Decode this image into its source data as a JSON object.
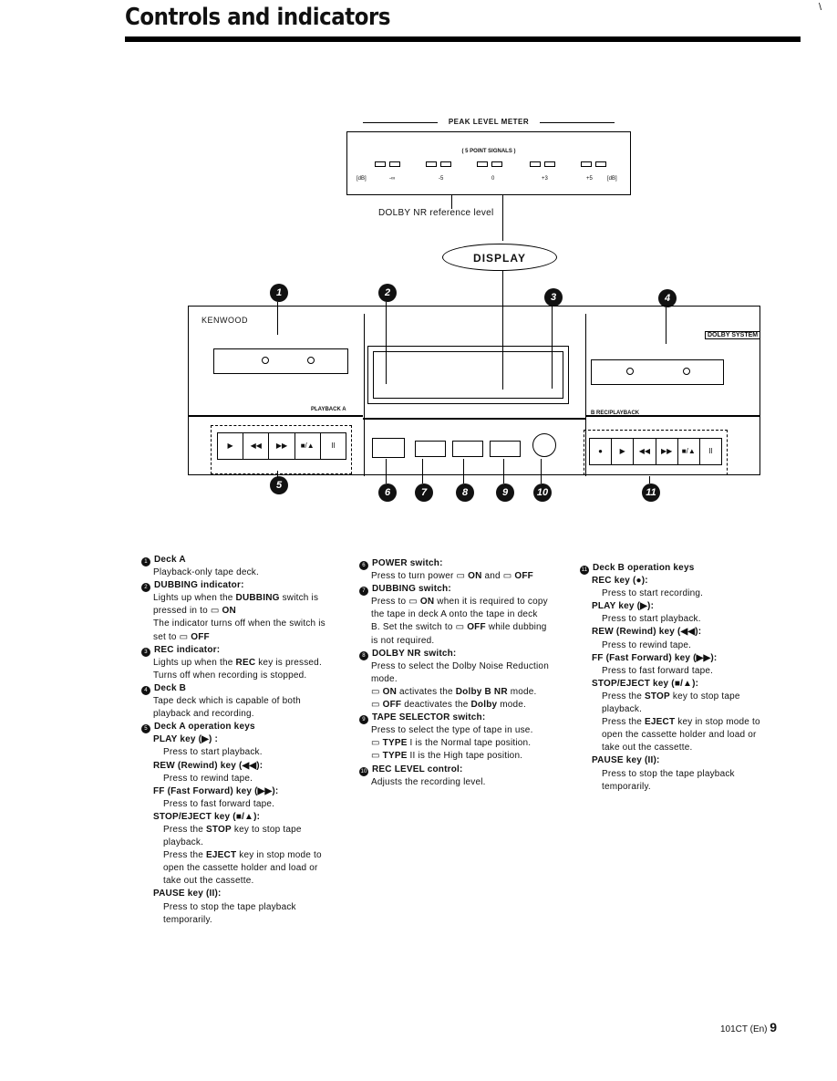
{
  "page": {
    "title": "Controls and indicators",
    "corner_mark": "\\",
    "footer_code": "101CT (En)",
    "page_number": "9"
  },
  "diagram": {
    "peak_meter_label": "PEAK LEVEL METER",
    "peak_signals_label": "( 5 POINT SIGNALS )",
    "scale_labels": [
      "[dB]",
      "-∞",
      "-5",
      "0",
      "+3",
      "+5",
      "[dB]"
    ],
    "dolby_ref_text": "DOLBY NR reference level",
    "display_label": "DISPLAY",
    "brand": "KENWOOD",
    "playback_label": "PLAYBACK A",
    "deck_b_label": "B REC/PLAYBACK",
    "dolby_logo": "DOLBY SYSTEM",
    "deck_a_keys": [
      "▶",
      "◀◀",
      "▶▶",
      "■/▲",
      "II"
    ],
    "deck_b_keys": [
      "●",
      "▶",
      "◀◀",
      "▶▶",
      "■/▲",
      "II"
    ],
    "callouts": [
      "1",
      "2",
      "3",
      "4",
      "5",
      "6",
      "7",
      "8",
      "9",
      "10",
      "11"
    ]
  },
  "col1": {
    "deck_a_h": "Deck A",
    "deck_a_t": "Playback-only tape deck.",
    "dub_ind_h": "DUBBING indicator:",
    "dub_ind_t1a": "Lights up when the ",
    "dub_ind_t1b": "DUBBING",
    "dub_ind_t1c": " switch is",
    "dub_ind_t2a": "pressed in to ▭ ",
    "dub_ind_t2b": "ON",
    "dub_ind_t3": "The indicator turns off when the switch is",
    "dub_ind_t4a": "set to ▭ ",
    "dub_ind_t4b": "OFF",
    "rec_ind_h": "REC indicator:",
    "rec_ind_t1a": "Lights up when the ",
    "rec_ind_t1b": "REC",
    "rec_ind_t1c": " key is pressed.",
    "rec_ind_t2": "Turns off when recording is stopped.",
    "deck_b_h": "Deck B",
    "deck_b_t1": "Tape deck which is capable of both",
    "deck_b_t2": "playback and recording.",
    "deck_a_ops_h": "Deck A operation keys",
    "play_h": "PLAY key (▶) :",
    "play_t": "Press to start playback.",
    "rew_h": "REW (Rewind) key (◀◀):",
    "rew_t": "Press to rewind tape.",
    "ff_h": "FF (Fast Forward) key (▶▶):",
    "ff_t": "Press to fast forward tape.",
    "stop_h": "STOP/EJECT key (■/▲):",
    "stop_t1a": "Press the ",
    "stop_t1b": "STOP",
    "stop_t1c": " key to stop tape",
    "stop_t2": "playback.",
    "stop_t3a": "Press the ",
    "stop_t3b": "EJECT",
    "stop_t3c": " key in stop mode to",
    "stop_t4": "open the cassette holder and load or",
    "stop_t5": "take out the cassette.",
    "pause_h": "PAUSE key (II):",
    "pause_t1": "Press to stop the tape playback",
    "pause_t2": "temporarily."
  },
  "col2": {
    "power_h": "POWER switch:",
    "power_ta": "Press to turn power ▭ ",
    "power_tb": "ON",
    "power_tc": " and ▭ ",
    "power_td": "OFF",
    "dub_sw_h": "DUBBING switch:",
    "dub_sw_t1a": "Press to ▭ ",
    "dub_sw_t1b": "ON",
    "dub_sw_t1c": " when it is required to copy",
    "dub_sw_t2": "the tape in deck A onto the tape in deck",
    "dub_sw_t3a": "B. Set the switch to ▭ ",
    "dub_sw_t3b": "OFF",
    "dub_sw_t3c": " while dubbing",
    "dub_sw_t4": "is not required.",
    "dolby_h": "DOLBY NR switch:",
    "dolby_t1": "Press to select the Dolby Noise Reduction",
    "dolby_t2": "mode.",
    "dolby_t3a": "▭ ",
    "dolby_t3b": "ON",
    "dolby_t3c": " activates the ",
    "dolby_t3d": "Dolby B NR",
    "dolby_t3e": " mode.",
    "dolby_t4a": "▭ ",
    "dolby_t4b": "OFF",
    "dolby_t4c": " deactivates the ",
    "dolby_t4d": "Dolby",
    "dolby_t4e": " mode.",
    "tape_h": "TAPE SELECTOR switch:",
    "tape_t1": "Press to select the type of tape in use.",
    "tape_t2a": "▭ ",
    "tape_t2b": "TYPE",
    "tape_t2c": " I is the Normal tape position.",
    "tape_t3a": "▭ ",
    "tape_t3b": "TYPE",
    "tape_t3c": " II is the High tape position.",
    "rec_lvl_h": "REC LEVEL control:",
    "rec_lvl_t": "Adjusts the recording level."
  },
  "col3": {
    "deck_b_ops_h": "Deck B operation keys",
    "rec_h": "REC key (●):",
    "rec_t": "Press to start recording.",
    "play_h": "PLAY key (▶):",
    "play_t": "Press to start playback.",
    "rew_h": "REW (Rewind) key (◀◀):",
    "rew_t": "Press to rewind tape.",
    "ff_h": "FF (Fast Forward) key (▶▶):",
    "ff_t": "Press to fast forward tape.",
    "stop_h": "STOP/EJECT key (■/▲):",
    "stop_t1a": "Press the ",
    "stop_t1b": "STOP",
    "stop_t1c": " key to stop tape",
    "stop_t2": "playback.",
    "stop_t3a": "Press the ",
    "stop_t3b": "EJECT",
    "stop_t3c": " key in stop mode to",
    "stop_t4": "open the cassette holder and load or",
    "stop_t5": "take out the cassette.",
    "pause_h": "PAUSE key (II):",
    "pause_t1": "Press to stop the tape playback",
    "pause_t2": "temporarily."
  }
}
